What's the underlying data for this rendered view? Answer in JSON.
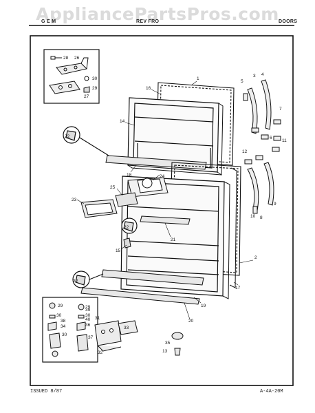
{
  "watermark": "AppliancePartsPros.com",
  "header": {
    "left": "G E M",
    "center": "REV  FRO",
    "right": "DOORS"
  },
  "footer": {
    "issued": "ISSUED 8/87",
    "code": "A-4A-20M"
  },
  "callouts": {
    "c1": "1",
    "c2": "2",
    "c3": "3",
    "c4": "4",
    "c5": "5",
    "c6": "6",
    "c7": "7",
    "c8": "8",
    "c9": "9",
    "c10": "10",
    "c11": "11",
    "c12": "12",
    "c13": "13",
    "c14": "14",
    "c15": "15",
    "c16": "16",
    "c17": "17",
    "c18": "18",
    "c19": "19",
    "c20": "20",
    "c21": "21",
    "c22a": "22",
    "c22b": "22",
    "c22c": "22",
    "c23": "23",
    "c24": "24",
    "c25": "25",
    "c26": "26",
    "c27": "27",
    "c28": "28",
    "c29a": "29",
    "c29b": "29",
    "c29c": "29",
    "c30a": "30",
    "c30b": "30",
    "c30c": "30",
    "c30d": "30",
    "c31": "31",
    "c32": "32",
    "c33": "33",
    "c34": "34",
    "c35": "35",
    "c36": "36",
    "c37": "37",
    "c38": "38",
    "c39": "39",
    "c40": "40"
  }
}
